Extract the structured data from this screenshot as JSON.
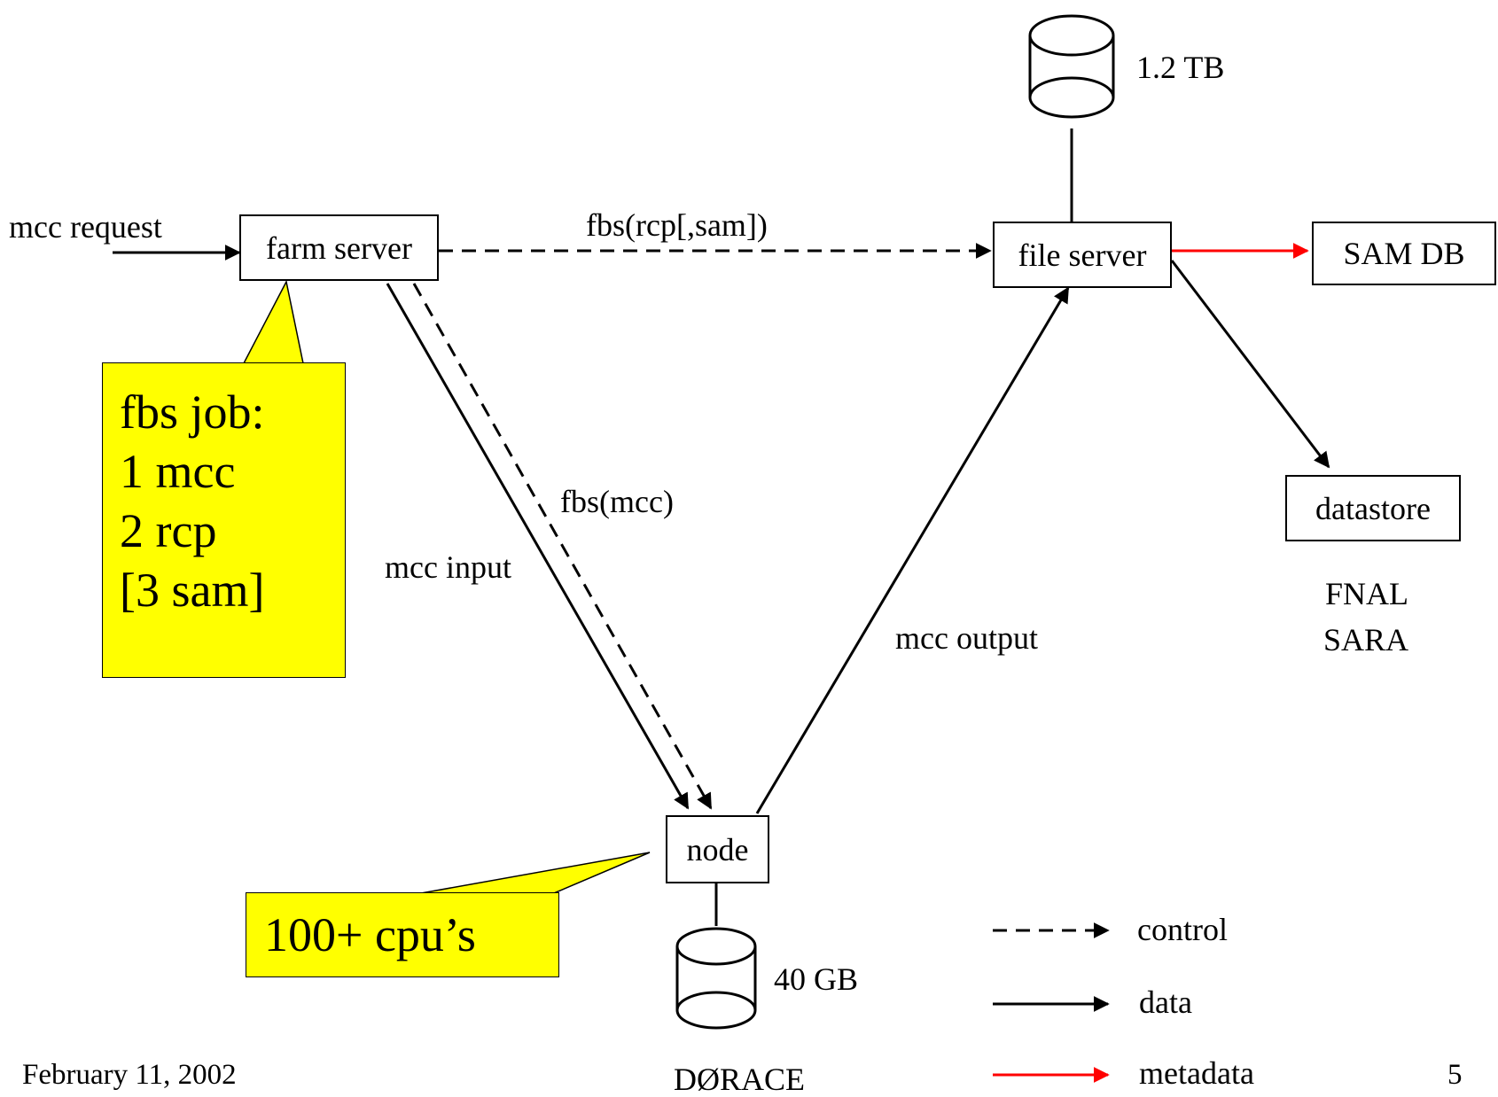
{
  "nodes": {
    "farm_server": "farm server",
    "file_server": "file server",
    "sam_db": "SAM DB",
    "datastore": "datastore",
    "node": "node"
  },
  "storage": {
    "file_server_disk": "1.2 TB",
    "node_disk": "40 GB"
  },
  "edges": {
    "mcc_request": "mcc request",
    "fbs_rcp_sam": "fbs(rcp[,sam])",
    "fbs_mcc": "fbs(mcc)",
    "mcc_input": "mcc input",
    "mcc_output": "mcc output"
  },
  "sites": {
    "fnal": "FNAL",
    "sara": "SARA",
    "drace": "DØRACE"
  },
  "callouts": {
    "fbs_job": [
      "fbs job:",
      "1 mcc",
      "2 rcp",
      "[3 sam]"
    ],
    "cpus": "100+ cpu’s"
  },
  "legend": {
    "control": "control",
    "data": "data",
    "metadata": "metadata"
  },
  "footer": {
    "date": "February 11, 2002",
    "page": "5"
  },
  "colors": {
    "callout_fill": "#ffff00",
    "metadata_arrow": "#ff0000",
    "line": "#000000"
  }
}
